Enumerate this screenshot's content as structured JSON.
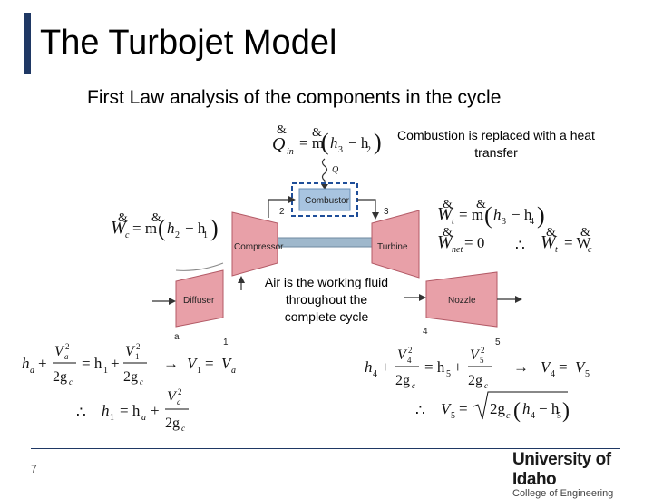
{
  "slide": {
    "title": "The Turbojet Model",
    "subtitle": "First Law analysis of the components in the cycle",
    "combustion_note": "Combustion is replaced with a heat transfer",
    "air_note": "Air is the working fluid throughout the complete cycle",
    "slide_number": "7"
  },
  "diagram": {
    "compressor": "Compressor",
    "combustor": "Combustor",
    "turbine": "Turbine",
    "diffuser": "Diffuser",
    "nozzle": "Nozzle",
    "q_in": "Q",
    "state_a": "a",
    "state_1": "1",
    "state_2": "2",
    "state_3": "3",
    "state_4": "4",
    "state_5": "5"
  },
  "logo": {
    "main": "University of Idaho",
    "sub": "College of Engineering"
  },
  "colors": {
    "component_fill": "#e8a0a8",
    "component_dark": "#c9606c",
    "combustor_fill": "#a8c4e0",
    "title_accent": "#1f3864"
  }
}
